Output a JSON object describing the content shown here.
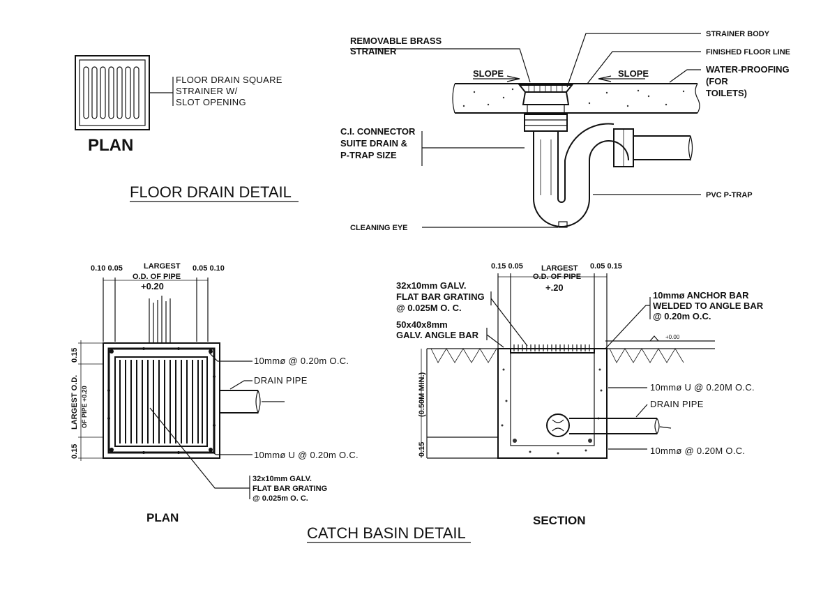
{
  "floor_drain": {
    "plan_label": "PLAN",
    "plan_note": [
      "FLOOR DRAIN SQUARE",
      "STRAINER W/",
      "SLOT OPENING"
    ],
    "title": "FLOOR DRAIN DETAIL",
    "removable_strainer": [
      "REMOVABLE BRASS",
      "STRAINER"
    ],
    "slope_left": "SLOPE",
    "slope_right": "SLOPE",
    "strainer_body": "STRAINER BODY",
    "finished_floor": "FINISHED FLOOR LINE",
    "waterproofing": [
      "WATER-PROOFING",
      "(FOR",
      "TOILETS)"
    ],
    "ci_connector": [
      "C.I. CONNECTOR",
      "SUITE DRAIN &",
      "P-TRAP SIZE"
    ],
    "pvc_ptrap": "PVC P-TRAP",
    "cleaning_eye": "CLEANING EYE"
  },
  "catch_basin": {
    "title": "CATCH BASIN DETAIL",
    "plan": {
      "label": "PLAN",
      "dim_left": "0.10 0.05",
      "dim_largest": "LARGEST",
      "dim_od": "O.D. OF PIPE",
      "dim_plus": "+0.20",
      "dim_right": "0.05 0.10",
      "side_top": "0.15",
      "side_mid": "LARGEST O.D.",
      "side_mid2": "OF PIPE +0.20",
      "side_bot": "0.15",
      "bar_top": "10mmø @ 0.20m O.C.",
      "drain_pipe": "DRAIN PIPE",
      "bar_u": "10mmø U @ 0.20m O.C.",
      "grating": [
        "32x10mm GALV.",
        "FLAT BAR GRATING",
        "@ 0.025m O. C."
      ]
    },
    "section": {
      "label": "SECTION",
      "dim_left": "0.15 0.05",
      "dim_largest": "LARGEST",
      "dim_od": "O.D. OF PIPE",
      "dim_plus": "+.20",
      "dim_right": "0.05 0.15",
      "grating": [
        "32x10mm GALV.",
        "FLAT BAR GRATING",
        "@ 0.025M O. C."
      ],
      "angle_bar": [
        "50x40x8mm",
        "GALV. ANGLE BAR"
      ],
      "anchor_bar": [
        "10mmø ANCHOR BAR",
        "WELDED TO ANGLE BAR",
        "@ 0.20m O.C."
      ],
      "level": "+0.00",
      "depth": "(0.50M MIN.)",
      "base": "0.15",
      "bar_u": "10mmø U @ 0.20M O.C.",
      "drain_pipe": "DRAIN PIPE",
      "bar_bottom": "10mmø @ 0.20M O.C."
    }
  }
}
